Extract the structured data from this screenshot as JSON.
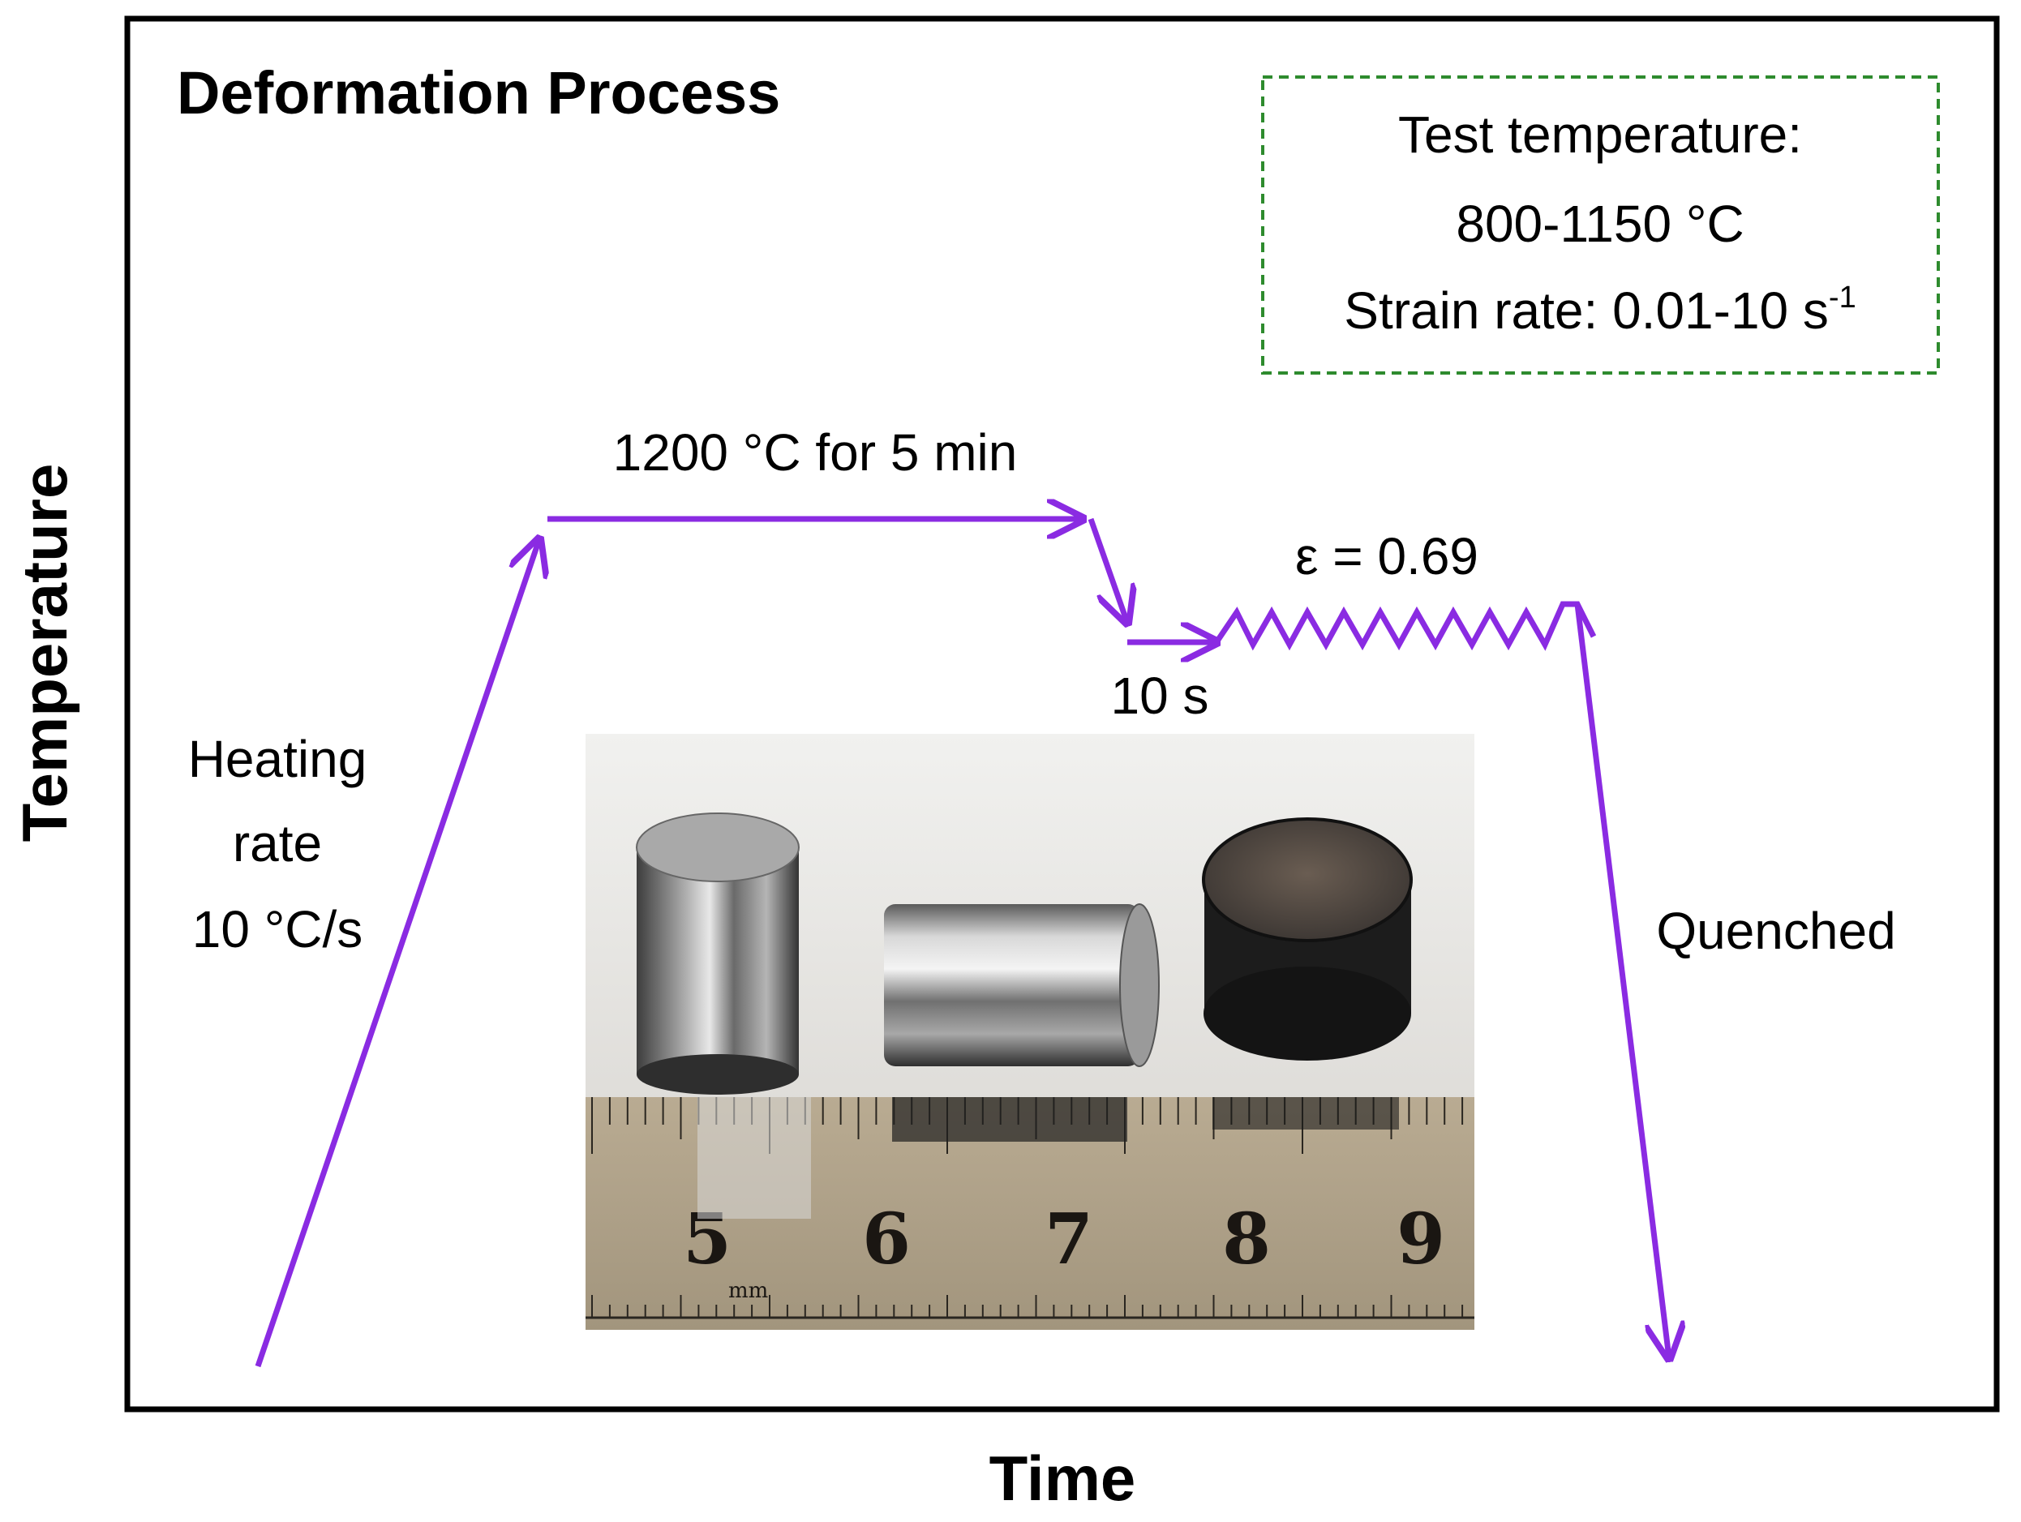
{
  "diagram": {
    "title": "Deformation Process",
    "axis_x_label": "Time",
    "axis_y_label": "Temperature",
    "conditions_box": {
      "line1": "Test temperature:",
      "line2": "800-1150 °C",
      "line3_prefix": "Strain rate: 0.01-10 s",
      "line3_superscript": "-1"
    },
    "stage_labels": {
      "heating_line1": "Heating",
      "heating_line2": "rate",
      "heating_line3": "10 °C/s",
      "hold": "1200 °C for 5 min",
      "dwell": "10 s",
      "strain": "ε = 0.69",
      "quench": "Quenched"
    },
    "photo": {
      "ruler_numbers": [
        "5",
        "6",
        "7",
        "8",
        "9"
      ],
      "ruler_unit": "mm"
    },
    "colors": {
      "process_line": "#8a2be2",
      "conditions_border": "#2e8b2e",
      "frame": "#000000"
    }
  }
}
